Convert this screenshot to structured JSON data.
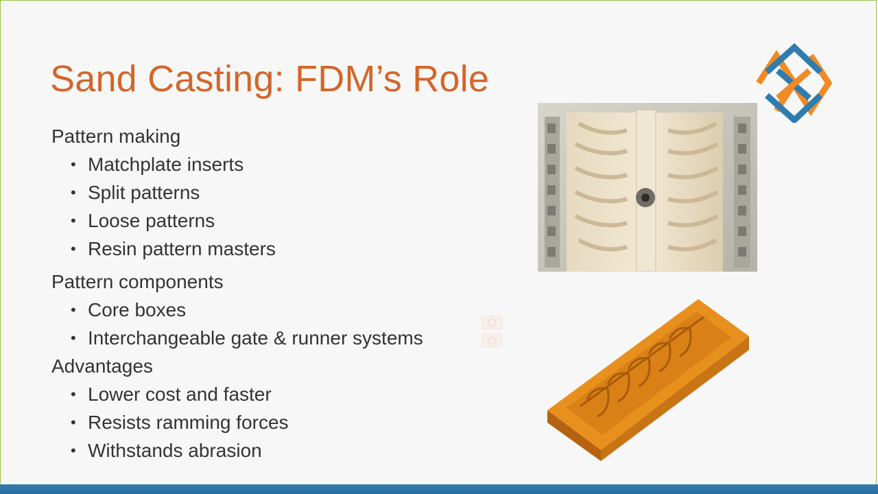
{
  "slide": {
    "title": "Sand Casting: FDM’s Role",
    "sections": [
      {
        "heading": "Pattern making",
        "bullets": [
          "Matchplate inserts",
          "Split patterns",
          "Loose patterns",
          "Resin pattern masters"
        ]
      },
      {
        "heading": "Pattern components",
        "bullets": [
          "Core boxes",
          "Interchangeable gate & runner systems"
        ]
      },
      {
        "heading": "Advantages",
        "bullets": [
          "Lower cost and faster",
          "Resists ramming forces",
          "Withstands abrasion"
        ]
      }
    ],
    "bullet_glyph": "•"
  },
  "colors": {
    "title": "#d2662a",
    "body_text": "#333333",
    "logo_orange": "#f08a24",
    "logo_blue": "#2f7cae",
    "footer_bar": "#2f7cae",
    "frame_border": "#9bc24a",
    "part_orange": "#e8901e"
  },
  "icons": {
    "logo": "stratasys-logo-icon",
    "placeholder": "image-placeholder-icon"
  }
}
